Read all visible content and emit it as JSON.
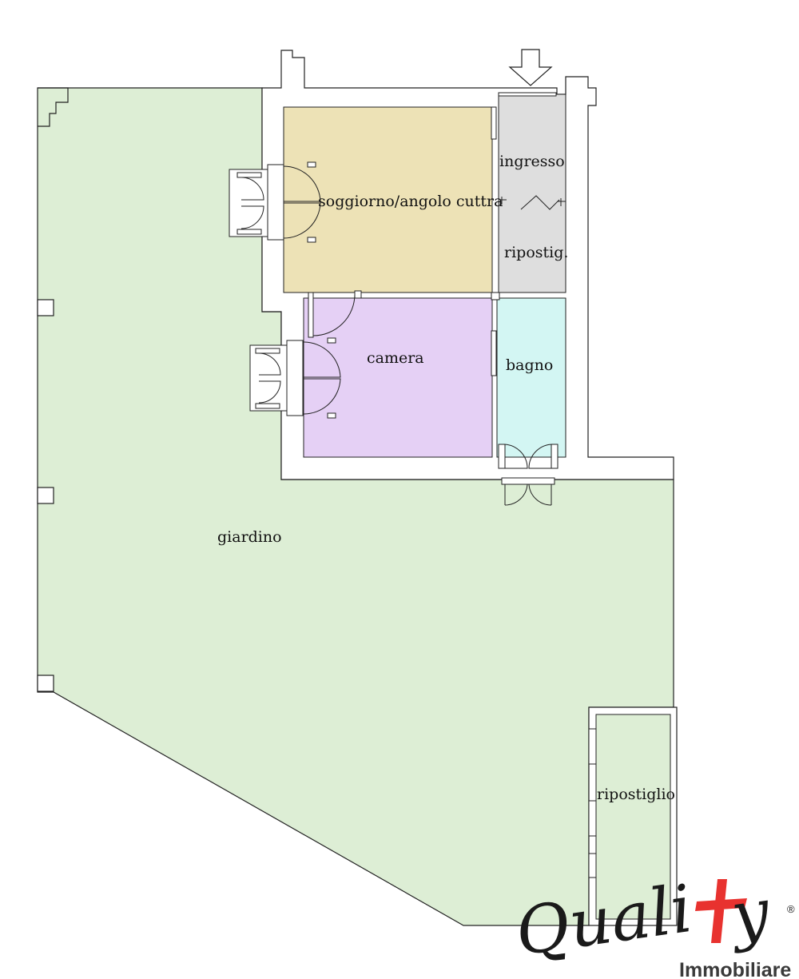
{
  "plan": {
    "rooms": {
      "soggiorno": "soggiorno/angolo cuttra",
      "ingresso": "ingresso",
      "ripostig": "ripostig.",
      "camera": "camera",
      "bagno": "bagno",
      "giardino": "giardino",
      "ripostiglio": "ripostiglio"
    },
    "colors": {
      "giardino": "#ddeed5",
      "soggiorno": "#ede2b6",
      "ingresso": "#dedede",
      "camera": "#e5d0f5",
      "bagno": "#d3f6f3",
      "walls": "#ffffff",
      "lines": "#222222",
      "logo_accent": "#e8322f"
    }
  },
  "logo": {
    "script": "Quali",
    "script_end": "y",
    "subtitle": "Immobiliare",
    "registered": "®"
  }
}
